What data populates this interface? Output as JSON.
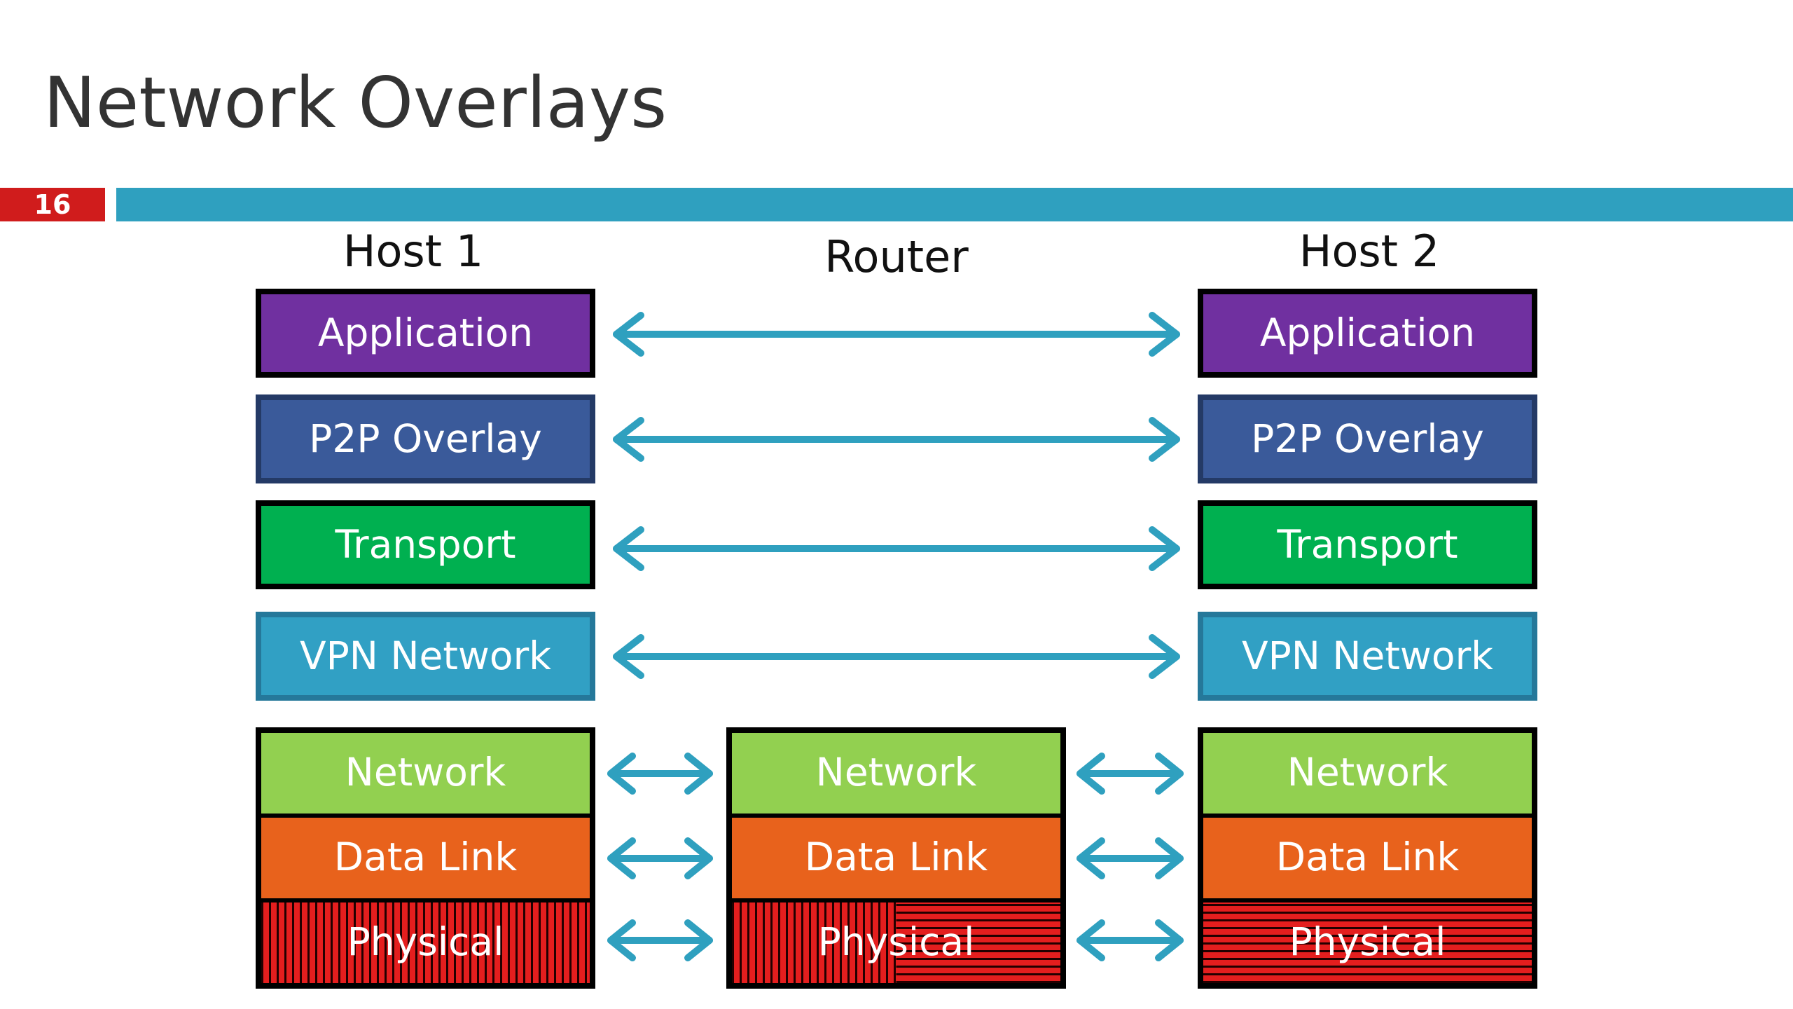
{
  "slide": {
    "title": "Network Overlays",
    "number": "16"
  },
  "columns": {
    "host1": "Host 1",
    "router": "Router",
    "host2": "Host 2"
  },
  "host1": {
    "application": "Application",
    "p2p_overlay": "P2P Overlay",
    "transport": "Transport",
    "vpn_network": "VPN Network",
    "network": "Network",
    "data_link": "Data Link",
    "physical": "Physical"
  },
  "router": {
    "network": "Network",
    "data_link": "Data Link",
    "physical": "Physical"
  },
  "host2": {
    "application": "Application",
    "p2p_overlay": "P2P Overlay",
    "transport": "Transport",
    "vpn_network": "VPN Network",
    "network": "Network",
    "data_link": "Data Link",
    "physical": "Physical"
  },
  "colors": {
    "application": "#7030a0",
    "p2p_overlay": "#3a5a9a",
    "transport": "#00b050",
    "vpn_network": "#31a0c4",
    "network": "#92d050",
    "data_link": "#e8621c",
    "physical": "#d01c1c",
    "arrow": "#2fa0bf",
    "title_bar": "#2fa0bf",
    "slide_number": "#d01c1c"
  }
}
